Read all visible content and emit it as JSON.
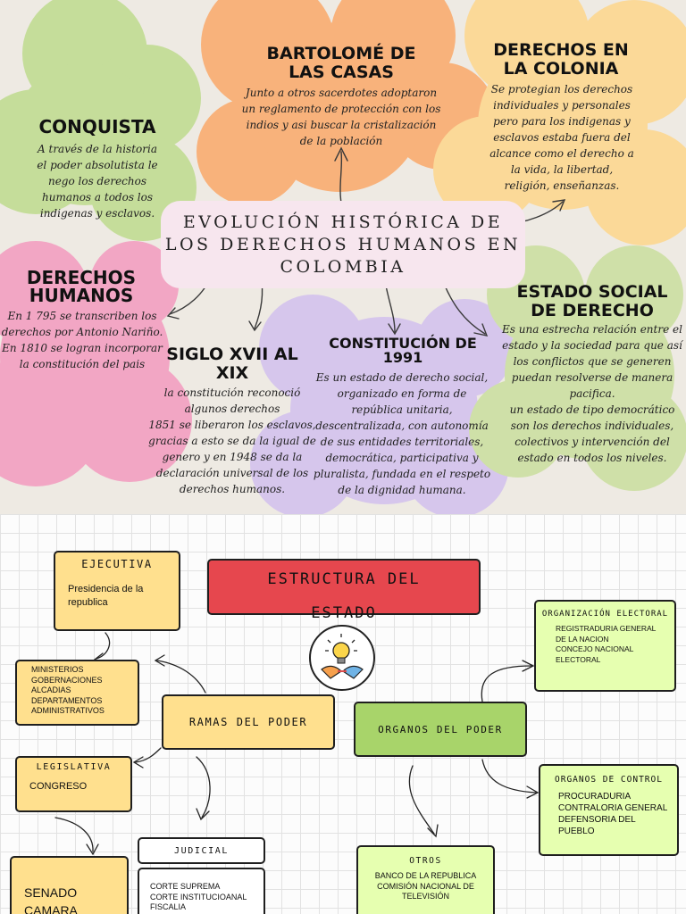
{
  "infographic": {
    "title": "EVOLUCIÓN HISTÓRICA DE\nLOS DERECHOS HUMANOS EN\nCOLOMBIA",
    "sections": {
      "conquista": {
        "heading": "CONQUISTA",
        "text": "A través de la historia\nel poder absolutista le\nnego los derechos\nhumanos a todos los\nindigenas y esclavos."
      },
      "bartolome": {
        "heading": "BARTOLOMÉ DE\nLAS CASAS",
        "text": "Junto a otros sacerdotes adoptaron\nun reglamento de protección con los\nindios y asi buscar la cristalización\nde la población"
      },
      "colonia": {
        "heading": "DERECHOS EN\nLA COLONIA",
        "text": "Se protegian los derechos\nindividuales y personales\npero para los indigenas y\nesclavos estaba fuera del\nalcance como el derecho a\nla vida, la libertad,\nreligión, enseñanzas."
      },
      "derechos_humanos": {
        "heading": "DERECHOS\nHUMANOS",
        "text": "En 1 795 se transcriben los\nderechos por Antonio Nariño.\nEn 1810 se logran incorporar\nla constitución del pais"
      },
      "siglo": {
        "heading": "SIGLO XVII AL\nXIX",
        "text": "la constitución reconoció\nalgunos derechos\n1851 se liberaron los esclavos,\ngracias a esto se da la igual de\ngenero y en 1948 se da la\ndeclaración universal de los\nderechos humanos."
      },
      "constitucion": {
        "heading": "CONSTITUCIÓN DE\n1991",
        "text": "Es un estado de derecho social,\norganizado en forma de\nrepública unitaria,\ndescentralizada, con autonomía\nde sus entidades territoriales,\ndemocrática, participativa y\npluralista, fundada en el respeto\nde la dignidad humana."
      },
      "estado_social": {
        "heading": "ESTADO SOCIAL\nDE DERECHO",
        "text": "Es una estrecha relación entre el\nestado y la sociedad para que así\nlos conflictos que se generen\npuedan resolverse de manera\npacifica.\nun estado de tipo democrático\nson los derechos individuales,\ncolectivos y intervención del\nestado en todos los niveles."
      }
    },
    "colors": {
      "green": "#c5dd9a",
      "orange": "#f8b27b",
      "yellow": "#fbd998",
      "pink": "#f2a6c4",
      "lavender": "#d6c6ec",
      "sage": "#cfe0a8"
    }
  },
  "map": {
    "title": "ESTRUCTURA DEL\nESTADO",
    "icon": "lightbulb-hands-icon",
    "ejecutiva": {
      "label": "EJECUTIVA",
      "text": "Presidencia de la\nrepublica"
    },
    "ministerios": {
      "text": "MINISTERIOS\nGOBERNACIONES\nALCADIAS\nDEPARTAMENTOS\nADMINISTRATIVOS"
    },
    "ramas": {
      "label": "RAMAS DEL PODER"
    },
    "legislativa": {
      "label": "LEGISLATIVA",
      "text": "CONGRESO"
    },
    "senado": {
      "text": "SENADO\nCAMARA"
    },
    "judicial": {
      "label": "JUDICIAL",
      "text": "CORTE SUPREMA\nCORTE INSTITUCIOANAL\nFISCALIA"
    },
    "organos": {
      "label": "ORGANOS DEL PODER"
    },
    "electoral": {
      "label": "ORGANIZACIÓN ELECTORAL",
      "text": "REGISTRADURIA GENERAL\nDE LA NACION\nCONCEJO NACIONAL\nELECTORAL"
    },
    "control": {
      "label": "ORGANOS DE CONTROL",
      "text": "PROCURADURIA\nCONTRALORIA GENERAL\nDEFENSORIA DEL\nPUEBLO"
    },
    "otros": {
      "label": "OTROS",
      "text": "BANCO DE LA REPUBLICA\nCOMISIÓN NACIONAL DE\nTELEVISIÓN"
    },
    "colors": {
      "yellow": "#ffe08e",
      "red": "#e6474e",
      "green": "#a8d46a",
      "lime": "#e6ffb0",
      "white": "#ffffff"
    }
  }
}
